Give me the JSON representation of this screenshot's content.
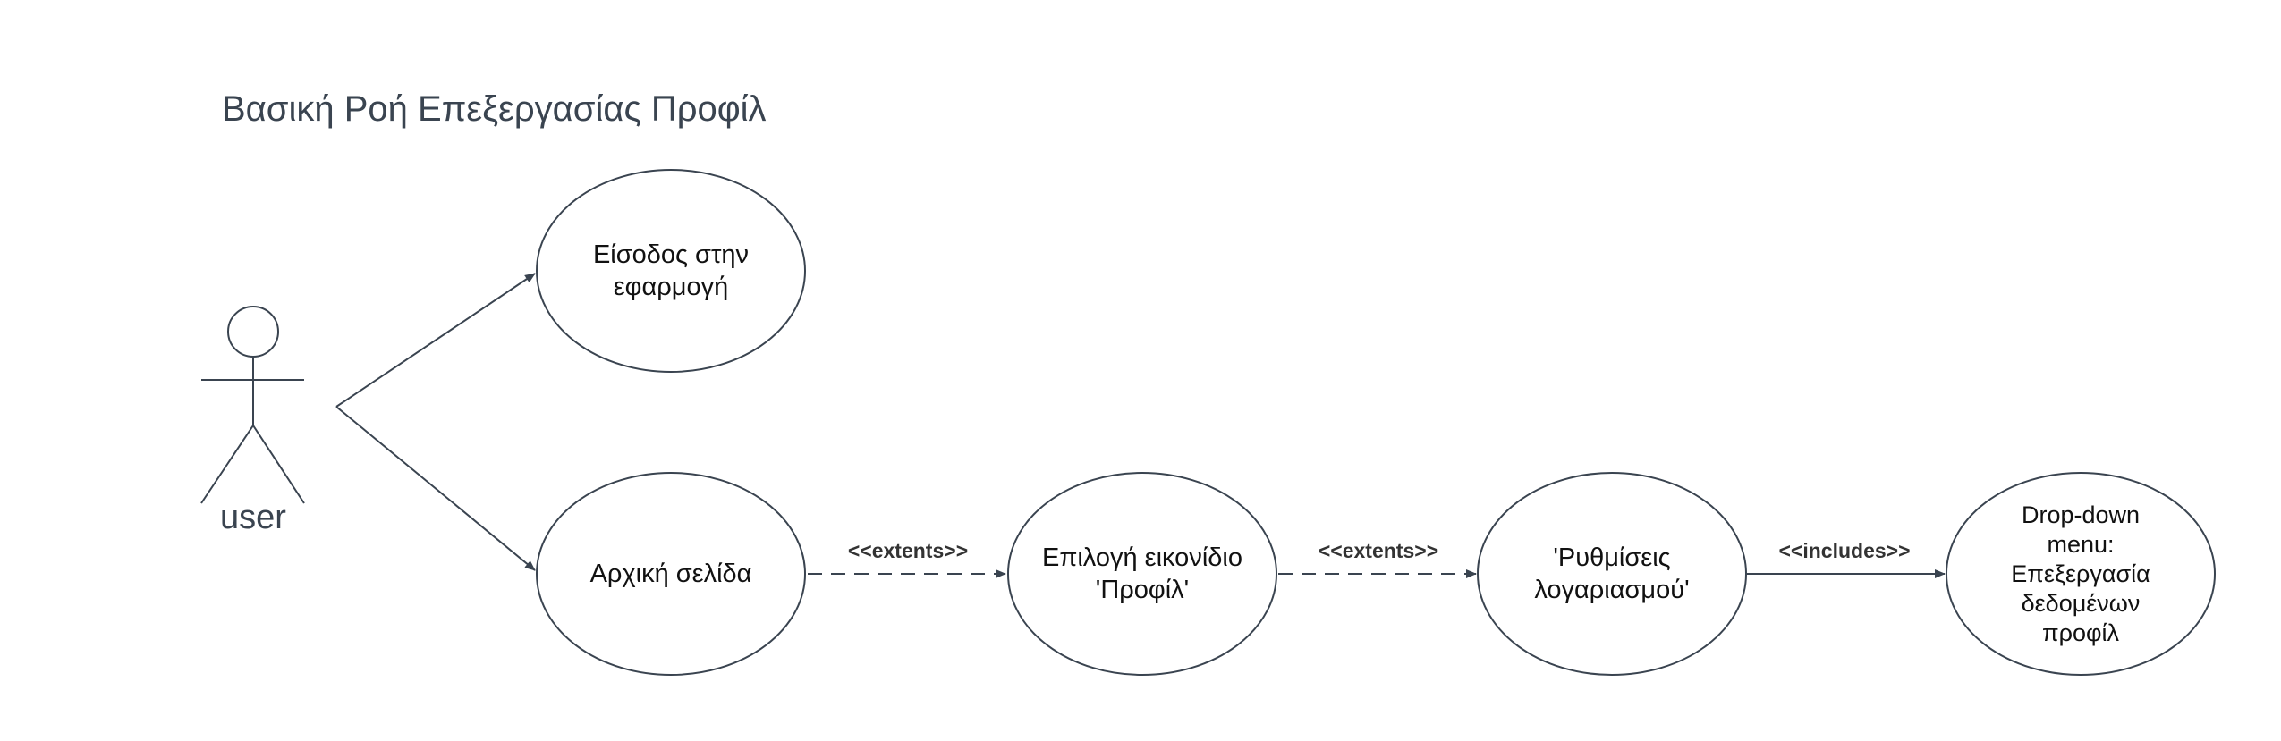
{
  "diagram": {
    "title": "Βασική Ροή Επεξεργασίας Προφίλ",
    "actor": {
      "label": "user"
    },
    "use_cases": [
      {
        "id": "login",
        "label": "Είσοδος στην\nεφαρμογή"
      },
      {
        "id": "home",
        "label": "Αρχική σελίδα"
      },
      {
        "id": "profile_icon",
        "label": "Επιλογή εικονίδιο\n'Προφίλ'"
      },
      {
        "id": "account_settings",
        "label": "'Ρυθμίσεις\nλογαριασμού'"
      },
      {
        "id": "dropdown",
        "label": "Drop-down\nmenu:\nΕπεξεργασία\nδεδομένων\nπροφίλ"
      }
    ],
    "relations": [
      {
        "from": "home",
        "to": "profile_icon",
        "label": "<<extents>>",
        "style": "dashed"
      },
      {
        "from": "profile_icon",
        "to": "account_settings",
        "label": "<<extents>>",
        "style": "dashed"
      },
      {
        "from": "account_settings",
        "to": "dropdown",
        "label": "<<includes>>",
        "style": "solid"
      }
    ],
    "colors": {
      "line": "#3a4450",
      "text": "#111111",
      "title": "#3a4450"
    }
  }
}
